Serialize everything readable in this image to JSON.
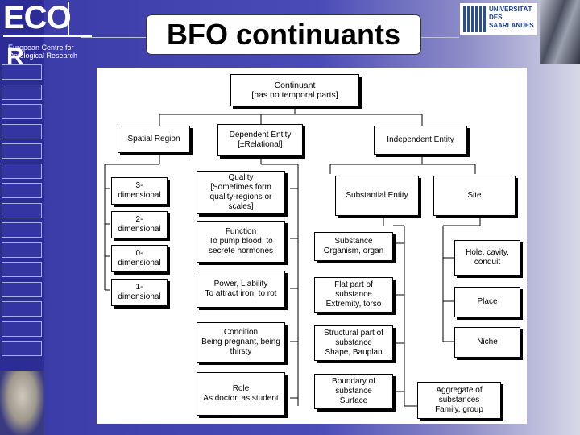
{
  "header": {
    "title": "BFO continuants",
    "logo_letters": "ECO",
    "logo_letter_r": "R",
    "logo_subtitle": "European Centre for Ontological Research",
    "university_line1": "UNIVERSITÄT",
    "university_line2": "DES",
    "university_line3": "SAARLANDES"
  },
  "diagram": {
    "continuant": "Continuant\n[has no temporal parts]",
    "spatial_region": "Spatial Region",
    "dependent_entity": "Dependent Entity\n[±Relational]",
    "independent_entity": "Independent Entity",
    "three_dimensional": "3-\ndimensional",
    "two_dimensional": "2-\ndimensional",
    "zero_dimensional": "0-\ndimensional",
    "one_dimensional": "1-\ndimensional",
    "quality": "Quality\n[Sometimes form\nquality-regions or\nscales]",
    "function": "Function\nTo pump blood, to\nsecrete hormones",
    "power": "Power, Liability\nTo attract iron, to rot",
    "condition": "Condition\nBeing pregnant, being\nthirsty",
    "role": "Role\nAs doctor, as student",
    "substantial_entity": "Substantial Entity",
    "site": "Site",
    "substance": "Substance\nOrganism, organ",
    "flat_part": "Flat part of\nsubstance\nExtremity, torso",
    "structural_part": "Structural part of\nsubstance\nShape, Bauplan",
    "boundary": "Boundary of\nsubstance\nSurface",
    "aggregate": "Aggregate of\nsubstances\nFamily, group",
    "hole": "Hole, cavity,\nconduit",
    "place": "Place",
    "niche": "Niche"
  }
}
